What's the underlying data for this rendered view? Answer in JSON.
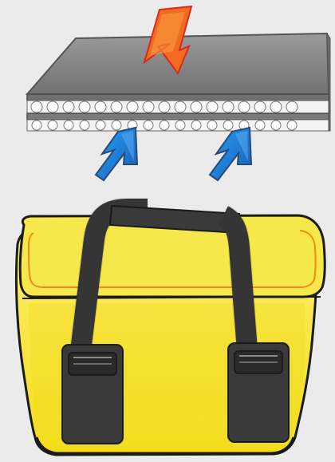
{
  "scene": {
    "background_color": "#ebebeb",
    "items": [
      {
        "id": "insulation-layers",
        "icon": "insulation-panel-icon"
      },
      {
        "id": "incoming-heat-arrow",
        "icon": "arrow-up-icon",
        "color": "#f26b21"
      },
      {
        "id": "outgoing-cold-arrow-left",
        "icon": "arrow-down-left-icon",
        "color": "#1b74c2"
      },
      {
        "id": "outgoing-cold-arrow-right",
        "icon": "arrow-down-left-icon",
        "color": "#1b74c2"
      },
      {
        "id": "cooler-bag",
        "icon": "cooler-bag-icon",
        "color": "#f2e300"
      }
    ],
    "colors": {
      "panel_gray": "#8a8a8a",
      "panel_dark": "#5c5c5c",
      "bubble_white": "#f3f3f3",
      "heat_orange": "#f26b21",
      "heat_red": "#d92a1c",
      "cold_blue": "#1e86d6",
      "cold_dark": "#2a4b74",
      "bag_yellow": "#f4e23a",
      "bag_shadow": "#e3cc00",
      "strap_black": "#3a3a3a",
      "outline": "#1b1b1b"
    }
  }
}
